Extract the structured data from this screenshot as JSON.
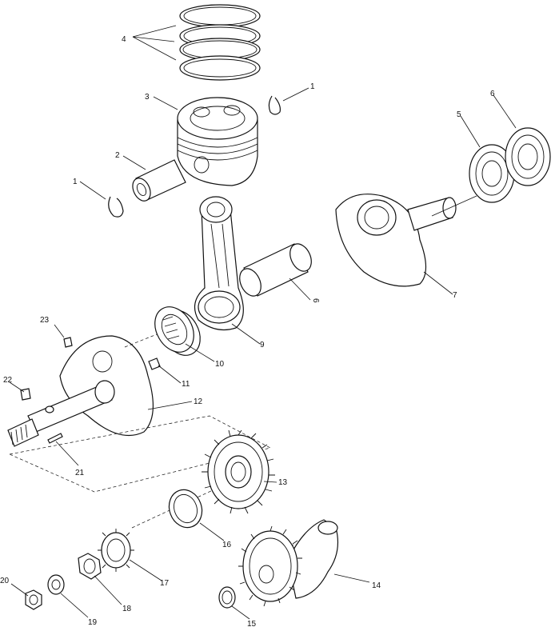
{
  "callouts": {
    "c1a": "1",
    "c1b": "1",
    "c2": "2",
    "c3": "3",
    "c4": "4",
    "c5": "5",
    "c6a": "6",
    "c6b": "6",
    "c7": "7",
    "c9": "9",
    "c10": "10",
    "c11": "11",
    "c12": "12",
    "c13": "13",
    "c14": "14",
    "c15": "15",
    "c16": "16",
    "c17": "17",
    "c18": "18",
    "c19": "19",
    "c20": "20",
    "c21": "21",
    "c22": "22",
    "c23": "23"
  }
}
